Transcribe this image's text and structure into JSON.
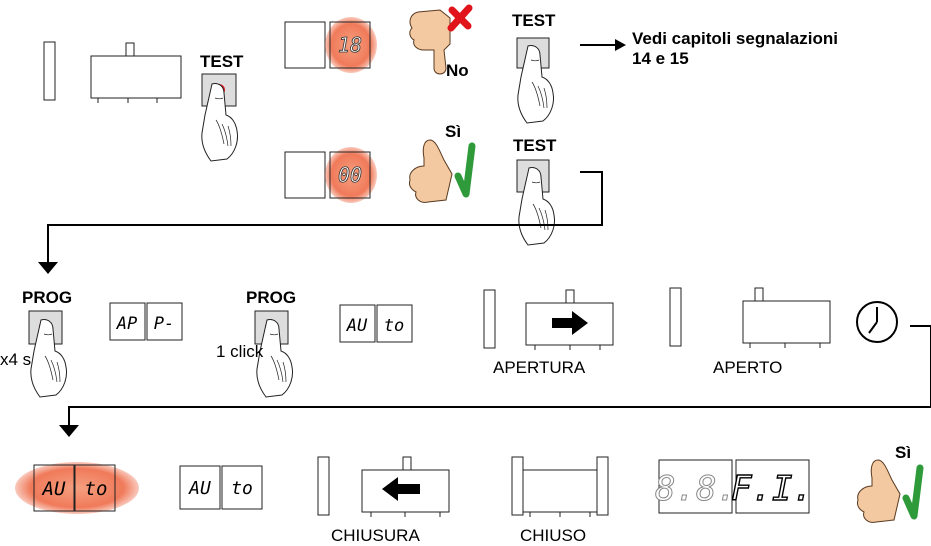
{
  "test_label": "TEST",
  "prog_label": "PROG",
  "no_label": "No",
  "si_label": "Sì",
  "signals_note_line1": "Vedi capitoli segnalazioni",
  "signals_note_line2": "14 e 15",
  "prog_hold_label": "x4 s",
  "prog_click_label": "1 click",
  "display_error": "18",
  "display_ok": "00",
  "display_ap_left": "AP",
  "display_ap_right": "P-",
  "display_auto_left": "AU",
  "display_auto_right": "to",
  "apertura_label": "APERTURA",
  "aperto_label": "APERTO",
  "chiusura_label": "CHIUSURA",
  "chiuso_label": "CHIUSO",
  "display_final_left": "8.8.",
  "display_final_right": "F.I.",
  "colors": {
    "button_red": "#e8161b",
    "glow_orange": "#f08a6a",
    "check_green": "#2e9a3a",
    "cross_red": "#e0141a",
    "hand_skin": "#f2c9a0"
  }
}
